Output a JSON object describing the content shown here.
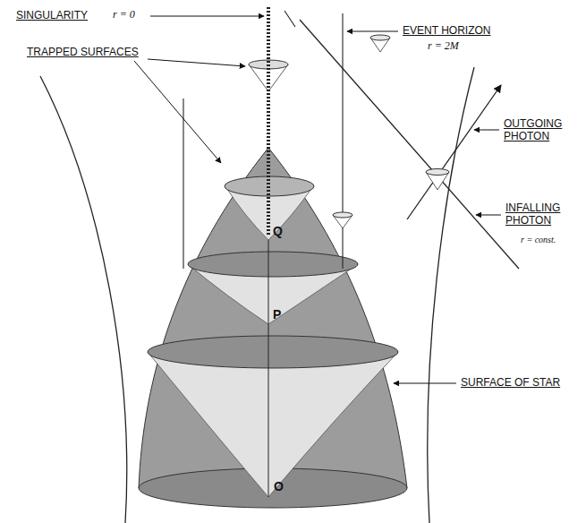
{
  "diagram": {
    "labels": [
      "SINGULARITY",
      "r = 0",
      "TRAPPED SURFACES",
      "EVENT HORIZON",
      "r = 2M",
      "OUTGOING PHOTON",
      "INFALLING PHOTON",
      "r = const.",
      "SURFACE OF STAR",
      "O",
      "P",
      "Q"
    ]
  }
}
